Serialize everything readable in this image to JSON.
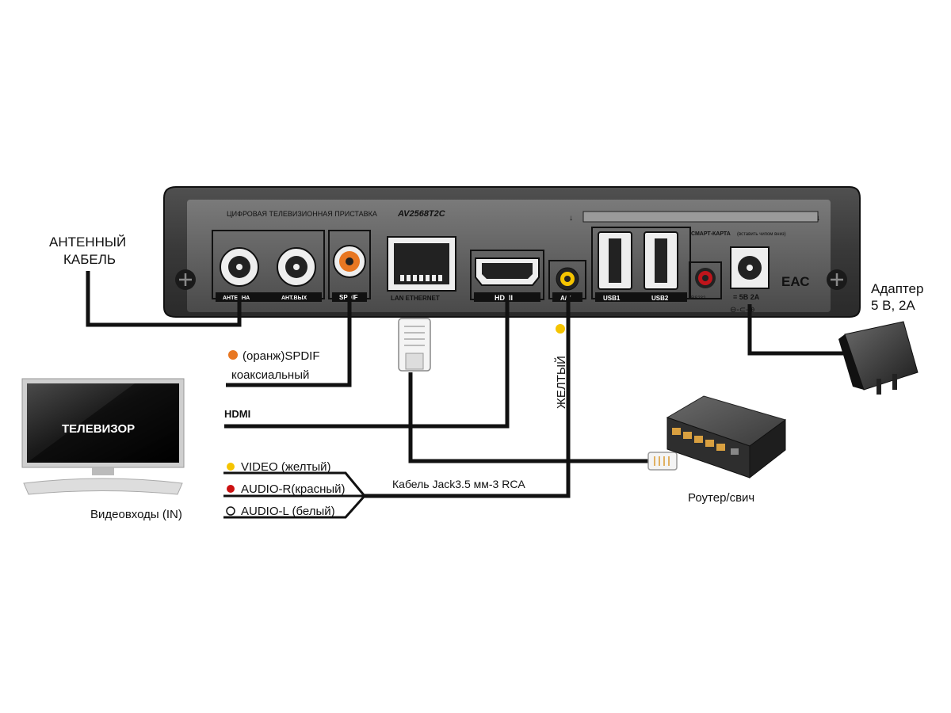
{
  "device": {
    "title": "ЦИФРОВАЯ ТЕЛЕВИЗИОННАЯ ПРИСТАВКА",
    "model": "AV2568T2C",
    "smartcard_label": "СМАРТ-КАРТА",
    "smartcard_hint": "(вставить чипом вниз)",
    "eac_mark": "ЕАС",
    "ports": {
      "antenna": "АНТЕННА",
      "ant_out": "АНТ.ВЫХ",
      "spdif": "SPDIF",
      "lan": "LAN ETHERNET",
      "hdmi": "HDMI",
      "av": "A/V",
      "usb1": "USB1",
      "usb2": "USB2",
      "rs232": "RS232",
      "power": "= 5В 2А"
    }
  },
  "labels": {
    "antenna_cable_line1": "АНТЕННЫЙ",
    "antenna_cable_line2": "КАБЕЛЬ",
    "adapter_line1": "Адаптер",
    "adapter_line2": "5 В, 2А",
    "spdif_line1": "(оранж)SPDIF",
    "spdif_line2": "коаксиальный",
    "hdmi": "HDMI",
    "yellow": "ЖЕЛТЫЙ",
    "tv": "ТЕЛЕВИЗОР",
    "video": "VIDEO (желтый)",
    "audio_r": "AUDIO-R(красный)",
    "audio_l": "AUDIO-L (белый)",
    "video_inputs": "Видеовходы (IN)",
    "jack_cable": "Кабель Jack3.5 мм-3 RCA",
    "router": "Роутер/свич"
  },
  "colors": {
    "orange": "#e87722",
    "yellow": "#f5c400",
    "red": "#cc1111",
    "white": "#ffffff",
    "cable": "#111111",
    "device_body": "#3a3a3a"
  }
}
